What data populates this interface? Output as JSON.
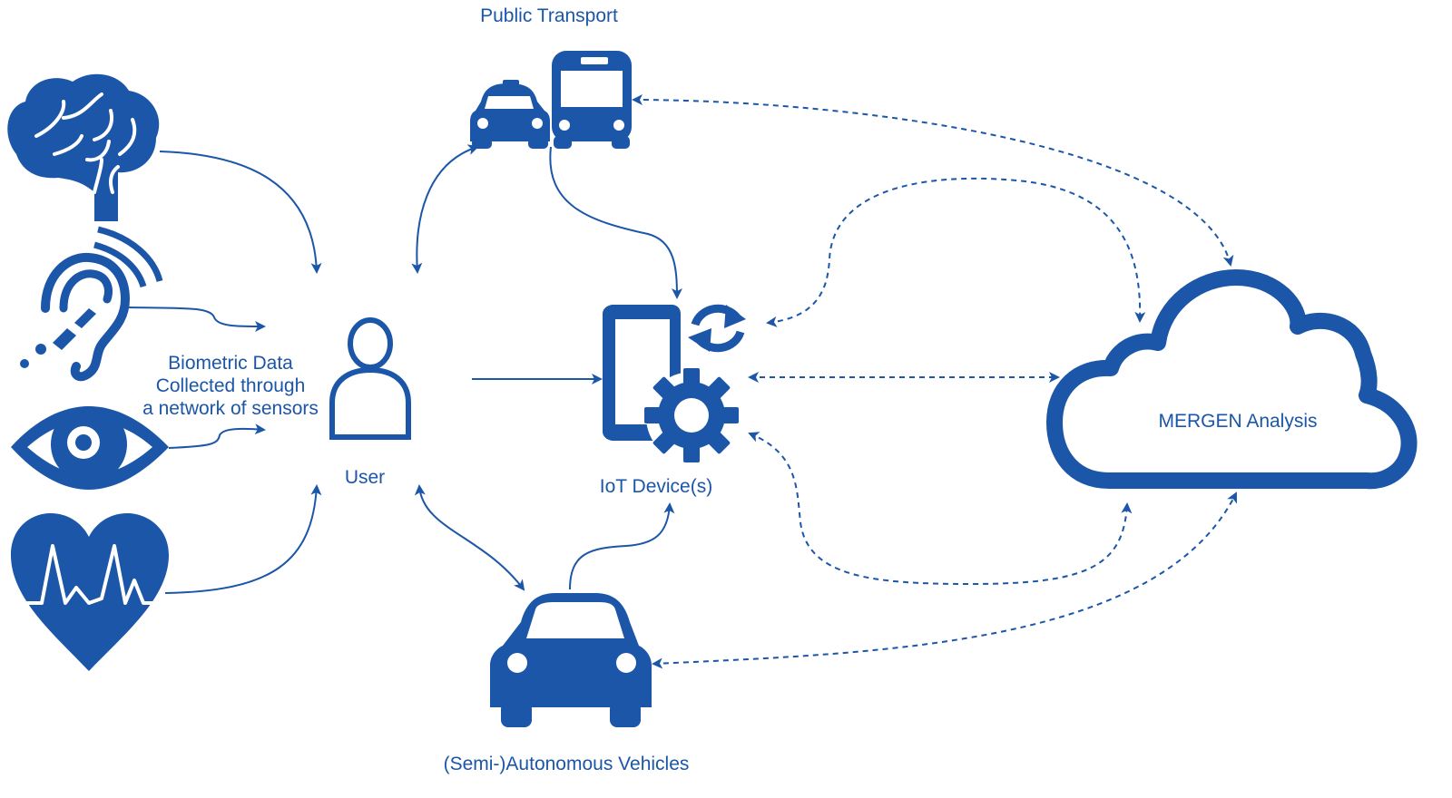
{
  "colors": {
    "primary": "#1b56a8",
    "background": "#ffffff"
  },
  "labels": {
    "public_transport": "Public Transport",
    "biometric_line1": "Biometric Data",
    "biometric_line2": "Collected through",
    "biometric_line3": "a network of sensors",
    "user": "User",
    "iot_devices": "IoT Device(s)",
    "vehicles": "(Semi-)Autonomous Vehicles",
    "mergen": "MERGEN Analysis"
  },
  "icons": [
    "brain-icon",
    "hearing-icon",
    "eye-icon",
    "heart-rate-icon",
    "user-icon",
    "taxi-icon",
    "bus-icon",
    "smartphone-icon",
    "gear-icon",
    "sync-icon",
    "car-icon",
    "cloud-icon"
  ]
}
